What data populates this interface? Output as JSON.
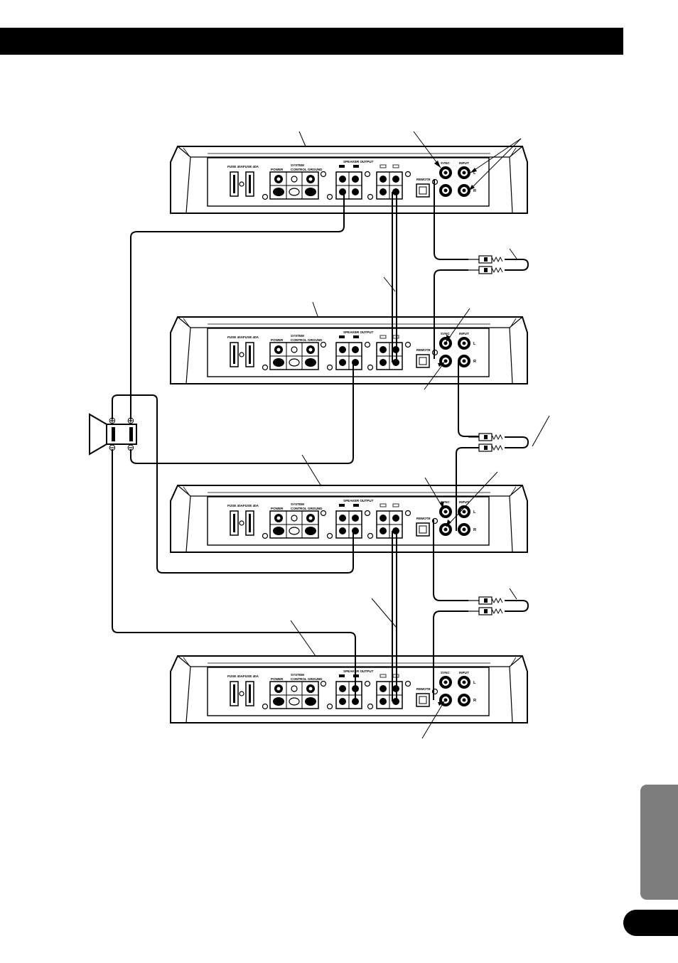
{
  "colors": {
    "header_bar": "#000000",
    "side_tab": "#7d7d7d",
    "page_pill": "#000000",
    "line": "#000000",
    "background": "#ffffff"
  },
  "amplifier_panel": {
    "fuse_1": "FUSE 40A",
    "fuse_2": "FUSE 40A",
    "power": "POWER",
    "system_control_1": "SYSTEM",
    "system_control_2": "CONTROL",
    "ground": "GROUND",
    "speaker_output": "SPEAKER OUTPUT",
    "remote": "REMOTE",
    "sync": "SYNC",
    "input": "INPUT",
    "input_left": "L",
    "input_right": "R"
  },
  "speaker": {
    "plus_symbol": "⊕",
    "minus_symbol": "⊖"
  },
  "icons": {
    "speaker": "speaker-icon",
    "rca_plug": "rca-plug-icon",
    "fuse": "fuse-icon",
    "terminal": "terminal-screw-icon"
  }
}
